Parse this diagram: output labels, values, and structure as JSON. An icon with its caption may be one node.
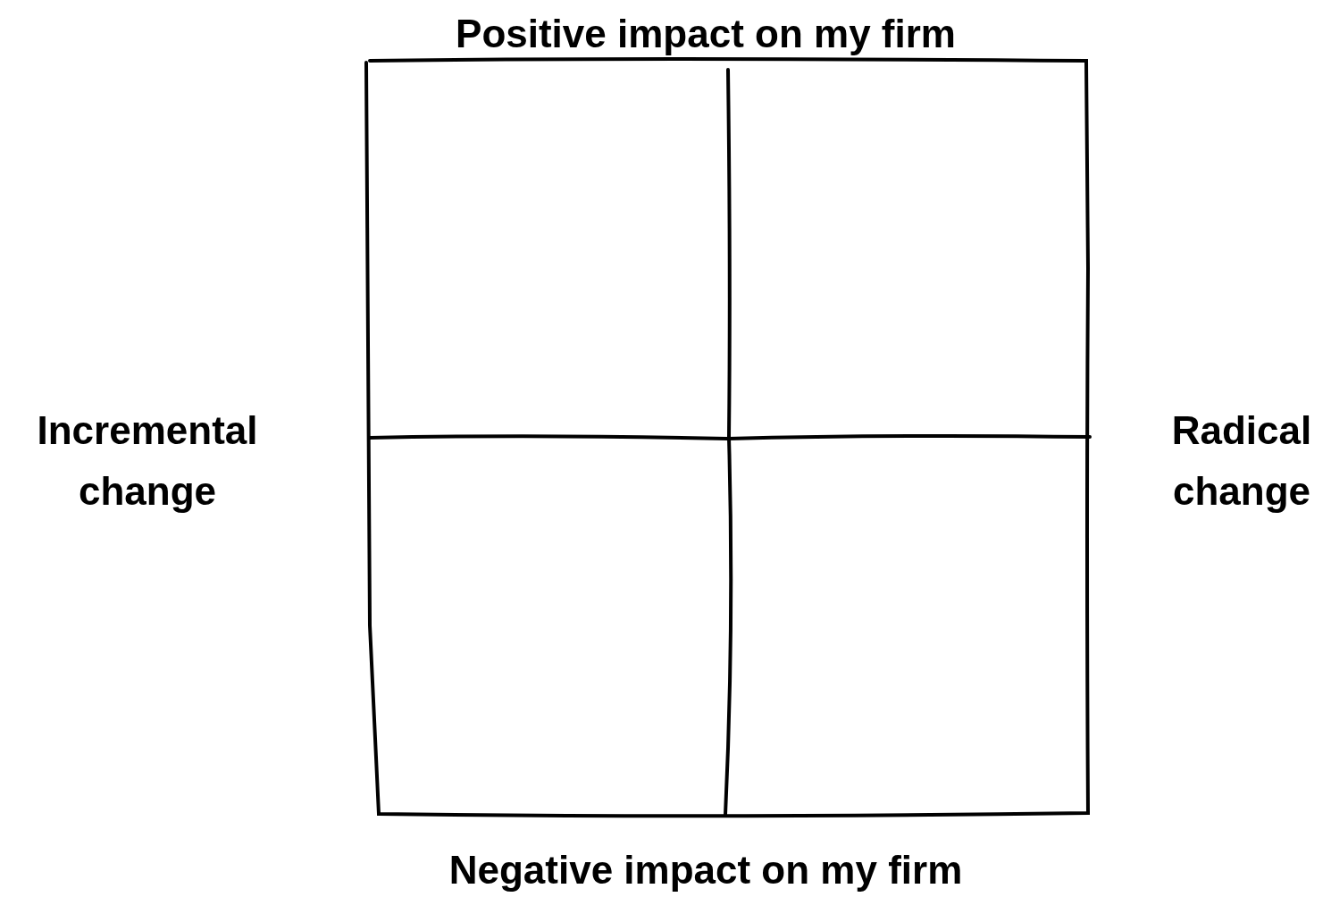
{
  "diagram": {
    "labels": [
      "Positive impact on my firm",
      "Incremental change",
      "Radical change",
      "Negative impact on my firm"
    ]
  }
}
